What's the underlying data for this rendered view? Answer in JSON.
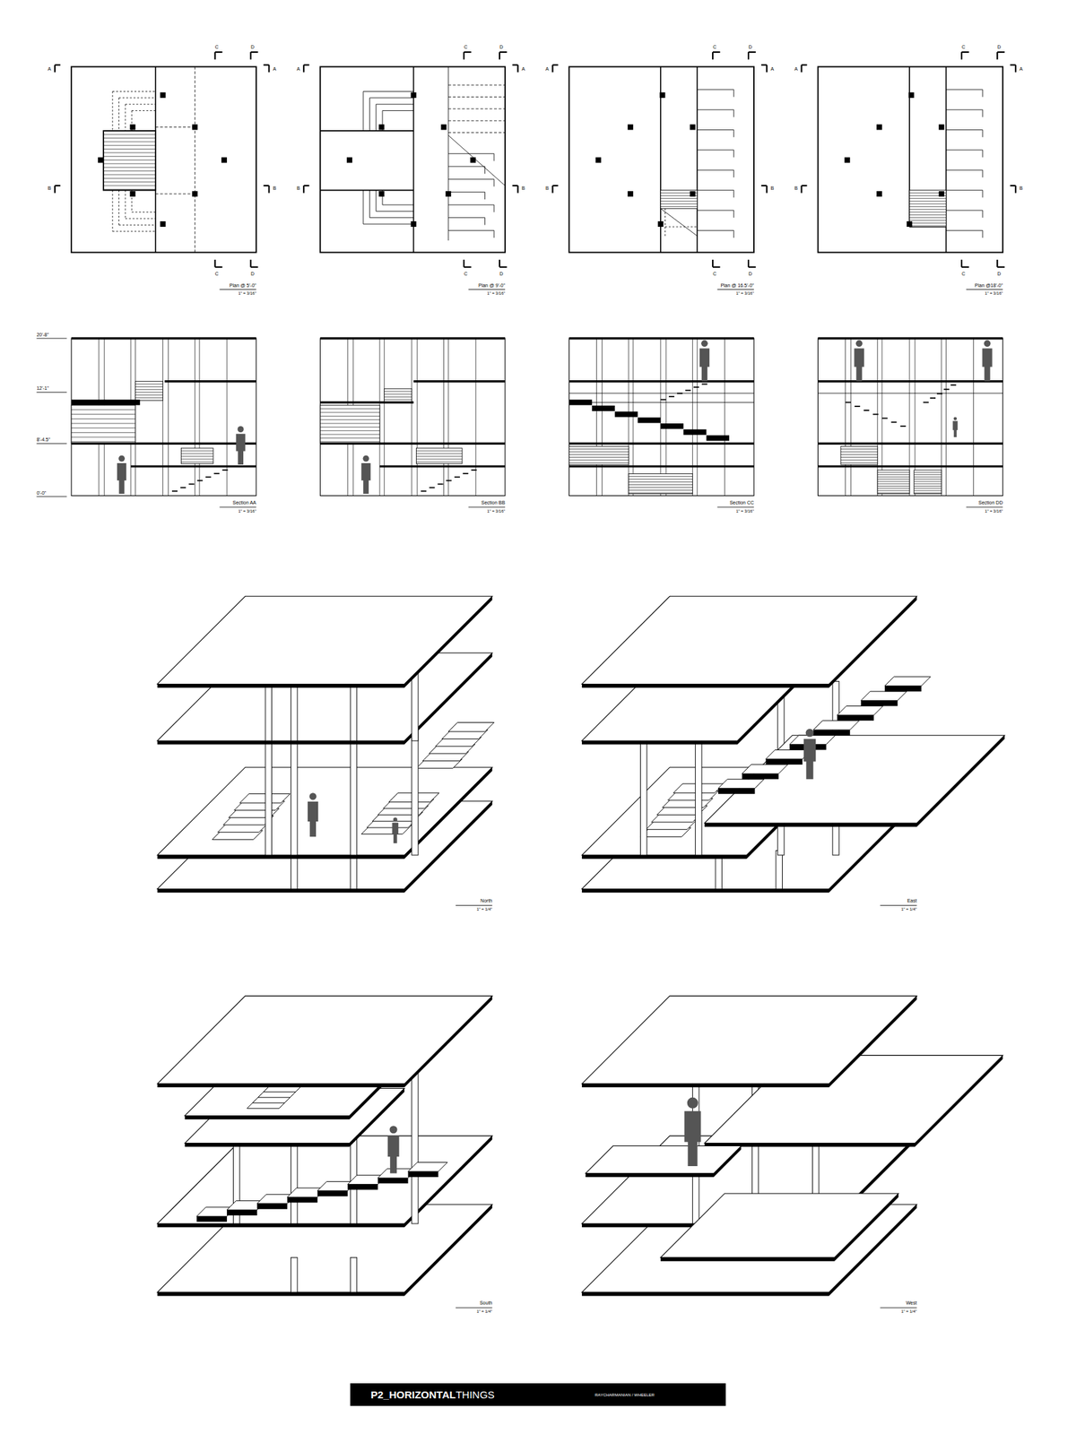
{
  "diagram": {
    "nodes": [
      {
        "text": [
          "P2_HORIZONTAL",
          "THINGS",
          "RAYCHARMANIAN / WHEELER"
        ]
      }
    ],
    "labels": [
      "A",
      "A",
      "B",
      "B",
      "C",
      "D",
      "C",
      "D",
      "Plan @ 5'-0\"",
      "1\" = 3/16\"",
      "A",
      "A",
      "B",
      "B",
      "C",
      "D",
      "C",
      "D",
      "Plan @ 9'-0\"",
      "1\" = 3/16\"",
      "A",
      "A",
      "B",
      "B",
      "C",
      "D",
      "C",
      "D",
      "Plan @ 16.5'-0\"",
      "1\" = 3/16\"",
      "A",
      "A",
      "B",
      "B",
      "C",
      "D",
      "C",
      "D",
      "Plan @18'-0\"",
      "1\" = 3/16\"",
      "20'-8\"",
      "12'-1\"",
      "8'-4.5\"",
      "0'-0\"",
      "Section AA",
      "1\" = 3/16\"",
      "Section BB",
      "1\" = 3/16\"",
      "Section CC",
      "1\" = 3/16\"",
      "Section DD",
      "1\" = 3/16\"",
      "North",
      "1\" = 1/4\"",
      "East",
      "1\" = 1/4\"",
      "South",
      "1\" = 1/4\"",
      "West",
      "1\" = 1/4\""
    ]
  }
}
